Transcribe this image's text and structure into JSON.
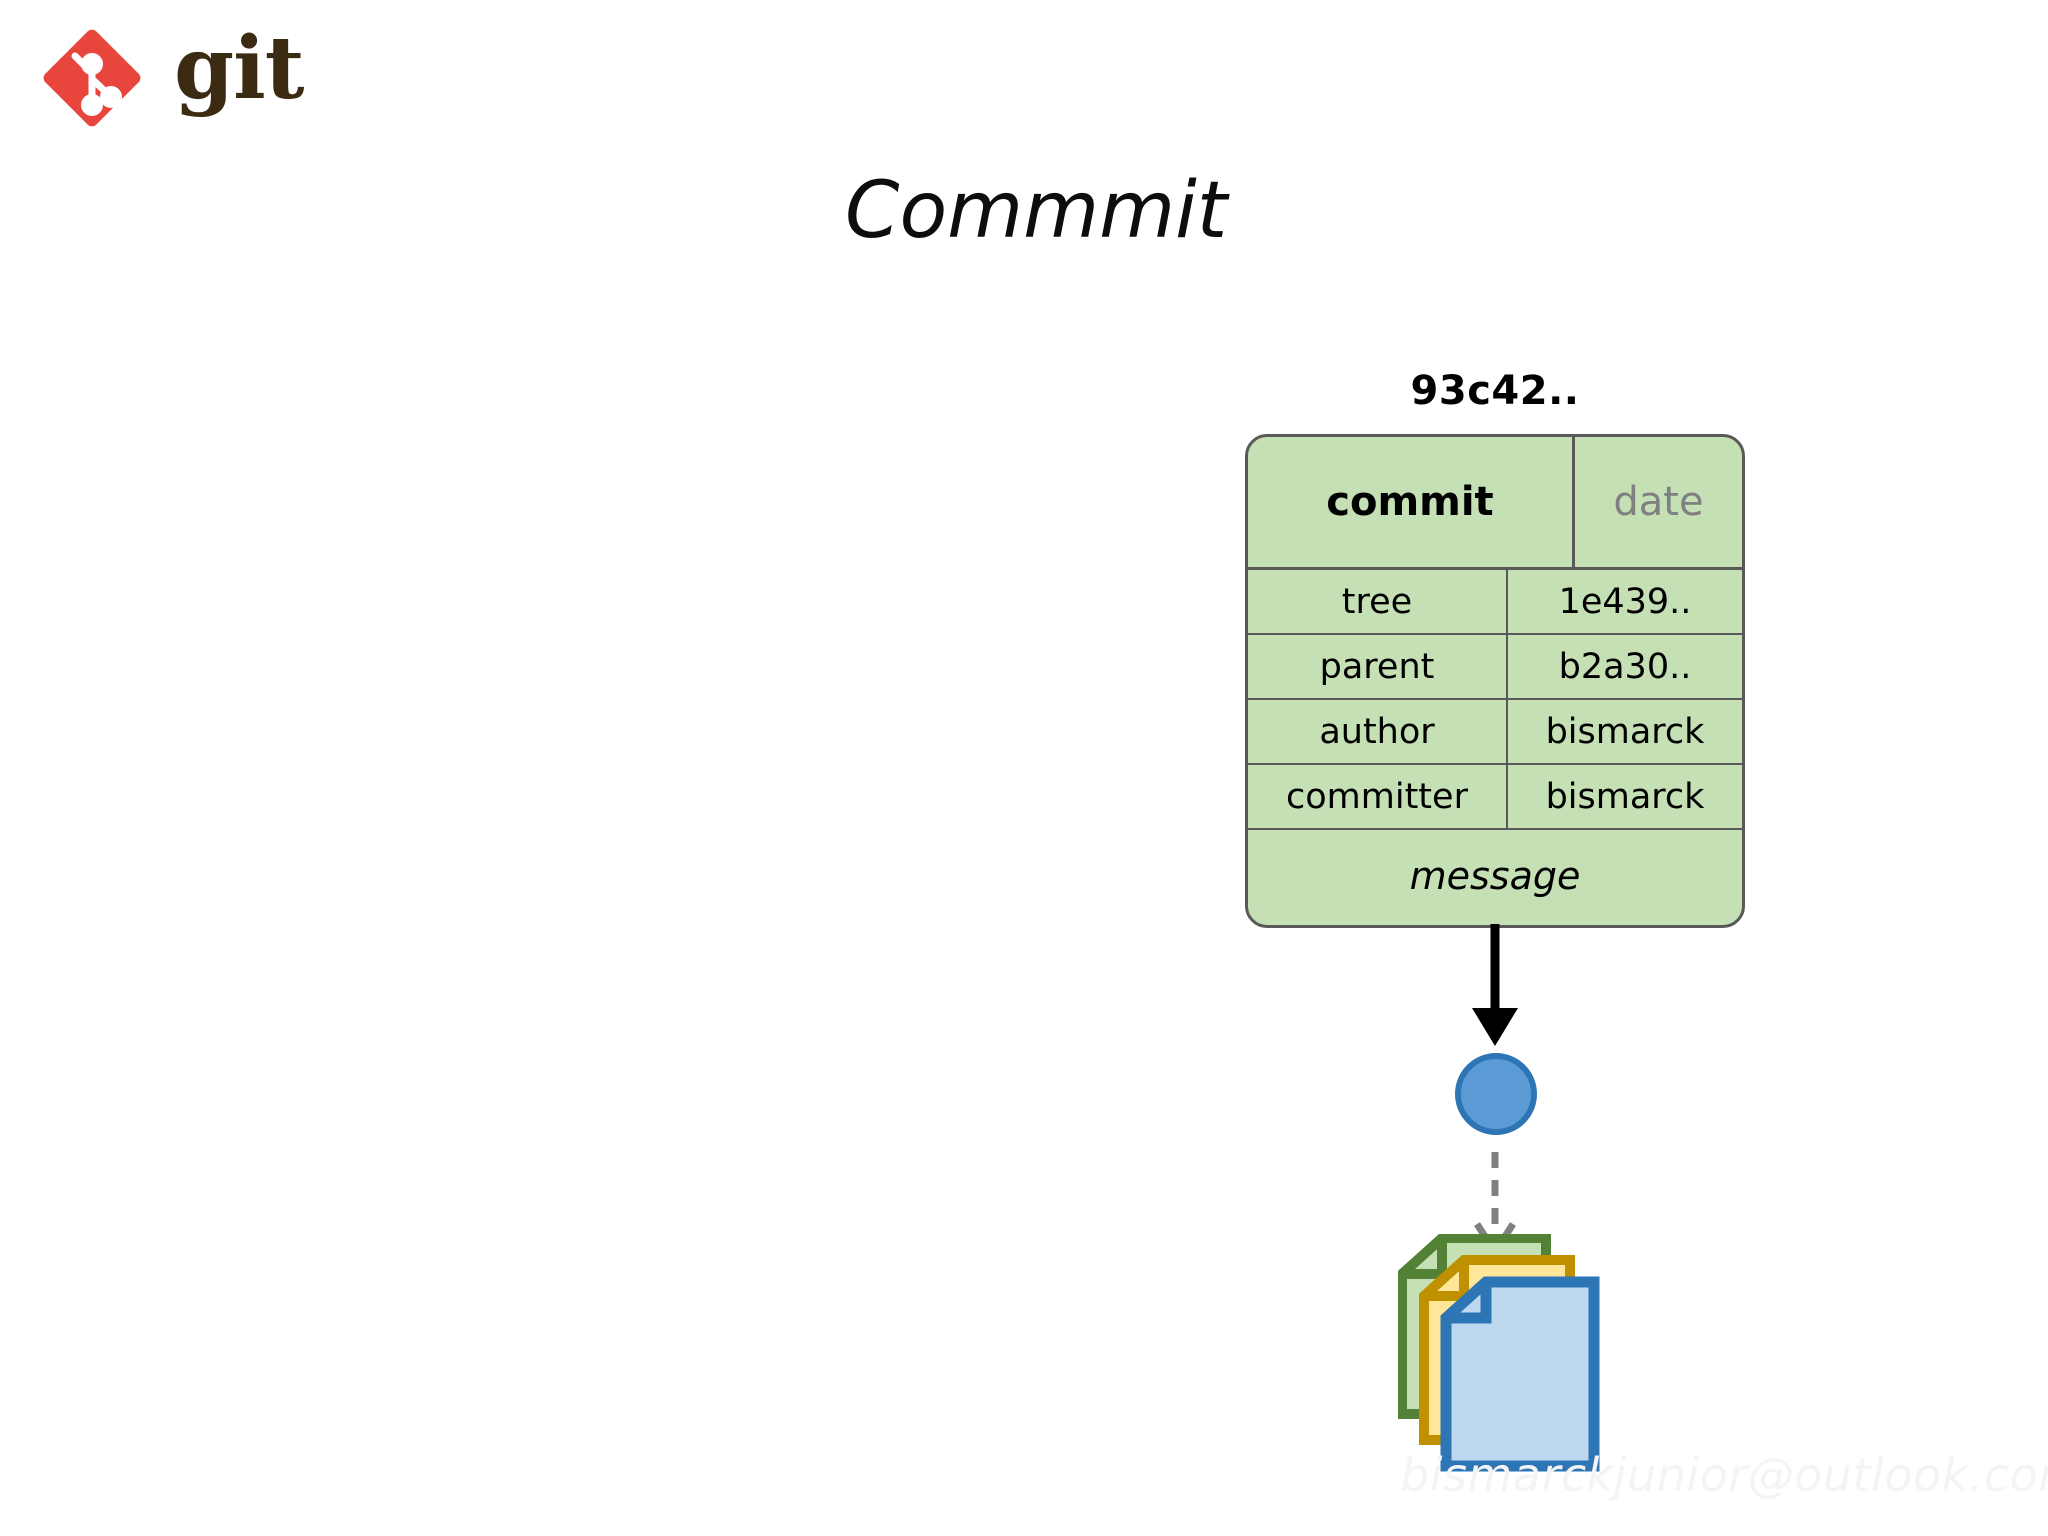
{
  "brand": {
    "logo_icon": "git-diamond-logo-icon",
    "wordmark": "git",
    "diamond_color": "#E8453C",
    "wordmark_color": "#3B2B12"
  },
  "slide": {
    "title": "Commmit"
  },
  "commit_object": {
    "hash_label": "93c42..",
    "header": {
      "type_label": "commit",
      "date_label": "date",
      "date_color": "#808080"
    },
    "fields": [
      {
        "key": "tree",
        "value": "1e439.."
      },
      {
        "key": "parent",
        "value": "b2a30.."
      },
      {
        "key": "author",
        "value": "bismarck"
      },
      {
        "key": "committer",
        "value": "bismarck"
      }
    ],
    "message_label": "message",
    "fill_color": "#C5E0B4",
    "border_color": "#595959"
  },
  "diagram": {
    "solid_arrow_icon": "down-arrow-solid-icon",
    "dashed_arrow_icon": "down-arrow-dashed-icon",
    "tree_node_icon": "tree-node-circle-icon",
    "tree_node_fill": "#5B9BD5",
    "tree_node_border": "#2E75B6",
    "documents_icon": "document-stack-icon",
    "document_colors": [
      {
        "name": "green",
        "border": "#538135",
        "fill": "#C5E0B4"
      },
      {
        "name": "yellow",
        "border": "#BF9000",
        "fill": "#FFE699"
      },
      {
        "name": "blue",
        "border": "#2E75B6",
        "fill": "#BDD7EE"
      }
    ]
  },
  "watermark": {
    "text": "bismarckjunior@outlook.com"
  }
}
